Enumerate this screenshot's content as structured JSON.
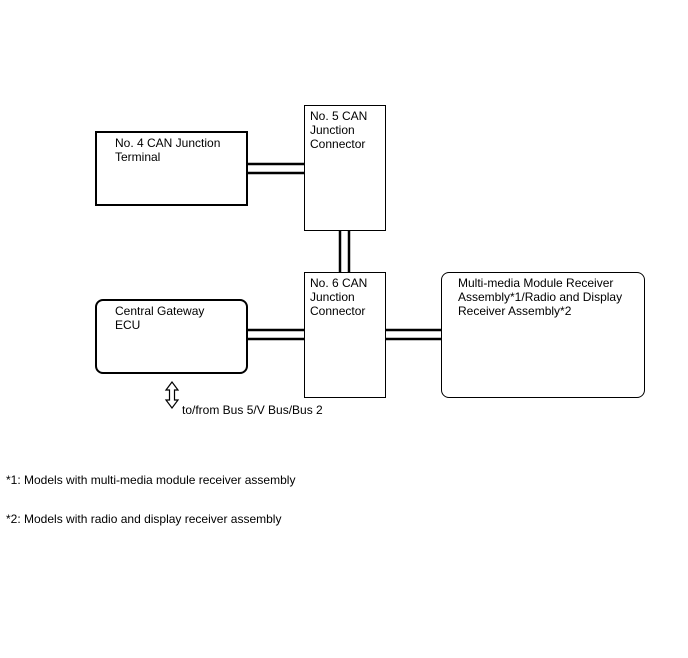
{
  "nodes": {
    "can4": {
      "label": "No. 4 CAN Junction\nTerminal"
    },
    "can5": {
      "label": "No. 5 CAN\nJunction\nConnector"
    },
    "can6": {
      "label": "No. 6 CAN\nJunction\nConnector"
    },
    "gateway": {
      "label": "Central Gateway\nECU"
    },
    "multimedia": {
      "label": "Multi-media Module Receiver\nAssembly*1/Radio and Display\nReceiver Assembly*2"
    }
  },
  "bus_note": "to/from Bus 5/V Bus/Bus 2",
  "footnotes": [
    "*1: Models with multi-media module receiver assembly",
    "*2: Models with radio and display receiver assembly"
  ]
}
